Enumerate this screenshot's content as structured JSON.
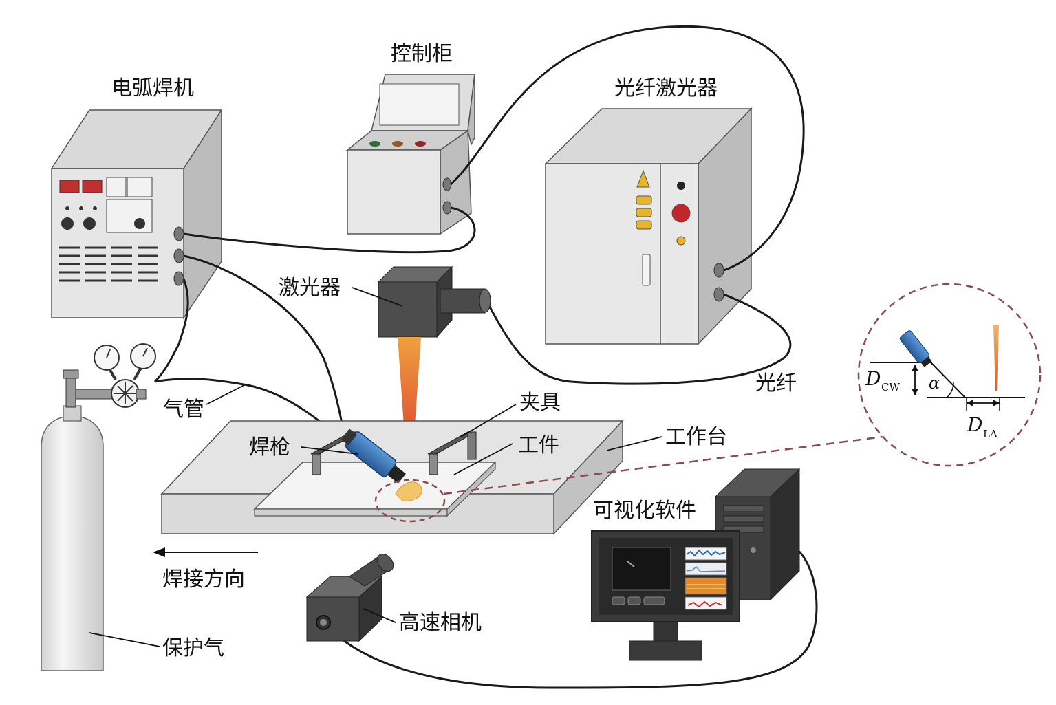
{
  "labels": {
    "arc_welder": "电弧焊机",
    "control_cabinet": "控制柜",
    "fiber_laser": "光纤激光器",
    "laser_head": "激光器",
    "fiber": "光纤",
    "gas_hose": "气管",
    "fixture": "夹具",
    "welding_torch": "焊枪",
    "workpiece": "工件",
    "worktable": "工作台",
    "welding_direction": "焊接方向",
    "visualization_software": "可视化软件",
    "high_speed_camera": "高速相机",
    "shielding_gas": "保护气"
  },
  "inset": {
    "d_cw_symbol": "D",
    "d_cw_subscript": "CW",
    "angle_symbol": "α",
    "d_la_symbol": "D",
    "d_la_subscript": "LA"
  },
  "colors": {
    "equipment_light": "#e2e2e2",
    "equipment_side": "#bdbdbd",
    "equipment_top": "#d6d6d6",
    "dark_device": "#4a4a4a",
    "torch_blue": "#3b78c0",
    "laser_beam": "#e8632a",
    "dashed_circle": "#8a4b4b",
    "warning_yellow": "#e8b42a",
    "stop_red": "#c0272d"
  }
}
